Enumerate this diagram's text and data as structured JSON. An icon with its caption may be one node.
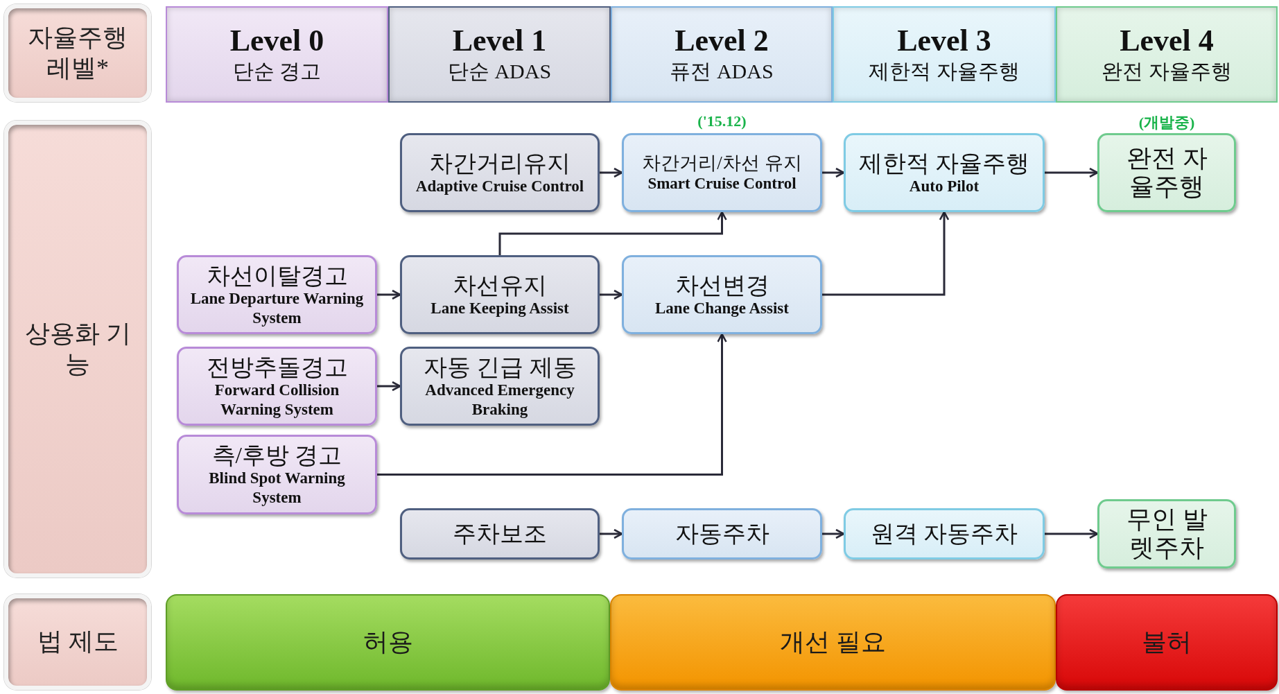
{
  "diagram": {
    "nodes": [
      {
        "text": [
          "자율주행 레벨*"
        ]
      },
      {
        "text": [
          "Level 0",
          "단순 경고"
        ]
      },
      {
        "text": [
          "Level 1",
          "단순 ADAS"
        ]
      },
      {
        "text": [
          "Level 2",
          "퓨전 ADAS"
        ]
      },
      {
        "text": [
          "Level 3",
          "제한적 자율주행"
        ]
      },
      {
        "text": [
          "Level 4",
          "완전 자율주행"
        ]
      },
      {
        "text": [
          "상용화 기능"
        ]
      },
      {
        "text": [
          "차간거리유지",
          "Adaptive Cruise Control"
        ]
      },
      {
        "text": [
          "차간거리/차선 유지",
          "Smart Cruise Control"
        ],
        "beside": [
          "('15.12)"
        ]
      },
      {
        "text": [
          "제한적 자율주행",
          "Auto Pilot"
        ]
      },
      {
        "text": [
          "완전 자율주행"
        ],
        "beside": [
          "(개발중)"
        ]
      },
      {
        "text": [
          "차선이탈경고",
          "Lane Departure Warning System"
        ]
      },
      {
        "text": [
          "차선유지",
          "Lane Keeping Assist"
        ]
      },
      {
        "text": [
          "차선변경",
          "Lane Change Assist"
        ]
      },
      {
        "text": [
          "전방추돌경고",
          "Forward Collision Warning System"
        ]
      },
      {
        "text": [
          "자동 긴급 제동",
          "Advanced Emergency Braking"
        ]
      },
      {
        "text": [
          "측/후방 경고",
          "Blind Spot Warning System"
        ]
      },
      {
        "text": [
          "주차보조"
        ]
      },
      {
        "text": [
          "자동주차"
        ]
      },
      {
        "text": [
          "원격 자동주차"
        ]
      },
      {
        "text": [
          "무인 발렛주차"
        ]
      },
      {
        "text": [
          "법 제도"
        ]
      },
      {
        "text": [
          "허용"
        ]
      },
      {
        "text": [
          "개선 필요"
        ]
      },
      {
        "text": [
          "불허"
        ]
      }
    ],
    "edges": [
      {
        "from": 7,
        "to": 8,
        "arrow": "to"
      },
      {
        "from": 8,
        "to": 9,
        "arrow": "to"
      },
      {
        "from": 9,
        "to": 10,
        "arrow": "to"
      },
      {
        "from": 11,
        "to": 12,
        "arrow": "to"
      },
      {
        "from": 12,
        "to": 13,
        "arrow": "to"
      },
      {
        "from": 12,
        "to": 8,
        "arrow": "to"
      },
      {
        "from": 13,
        "to": 9,
        "arrow": "to"
      },
      {
        "from": 14,
        "to": 15,
        "arrow": "to"
      },
      {
        "from": 16,
        "to": 13,
        "arrow": "to"
      },
      {
        "from": 17,
        "to": 18,
        "arrow": "to"
      },
      {
        "from": 18,
        "to": 19,
        "arrow": "to"
      },
      {
        "from": 19,
        "to": 20,
        "arrow": "to"
      }
    ]
  }
}
